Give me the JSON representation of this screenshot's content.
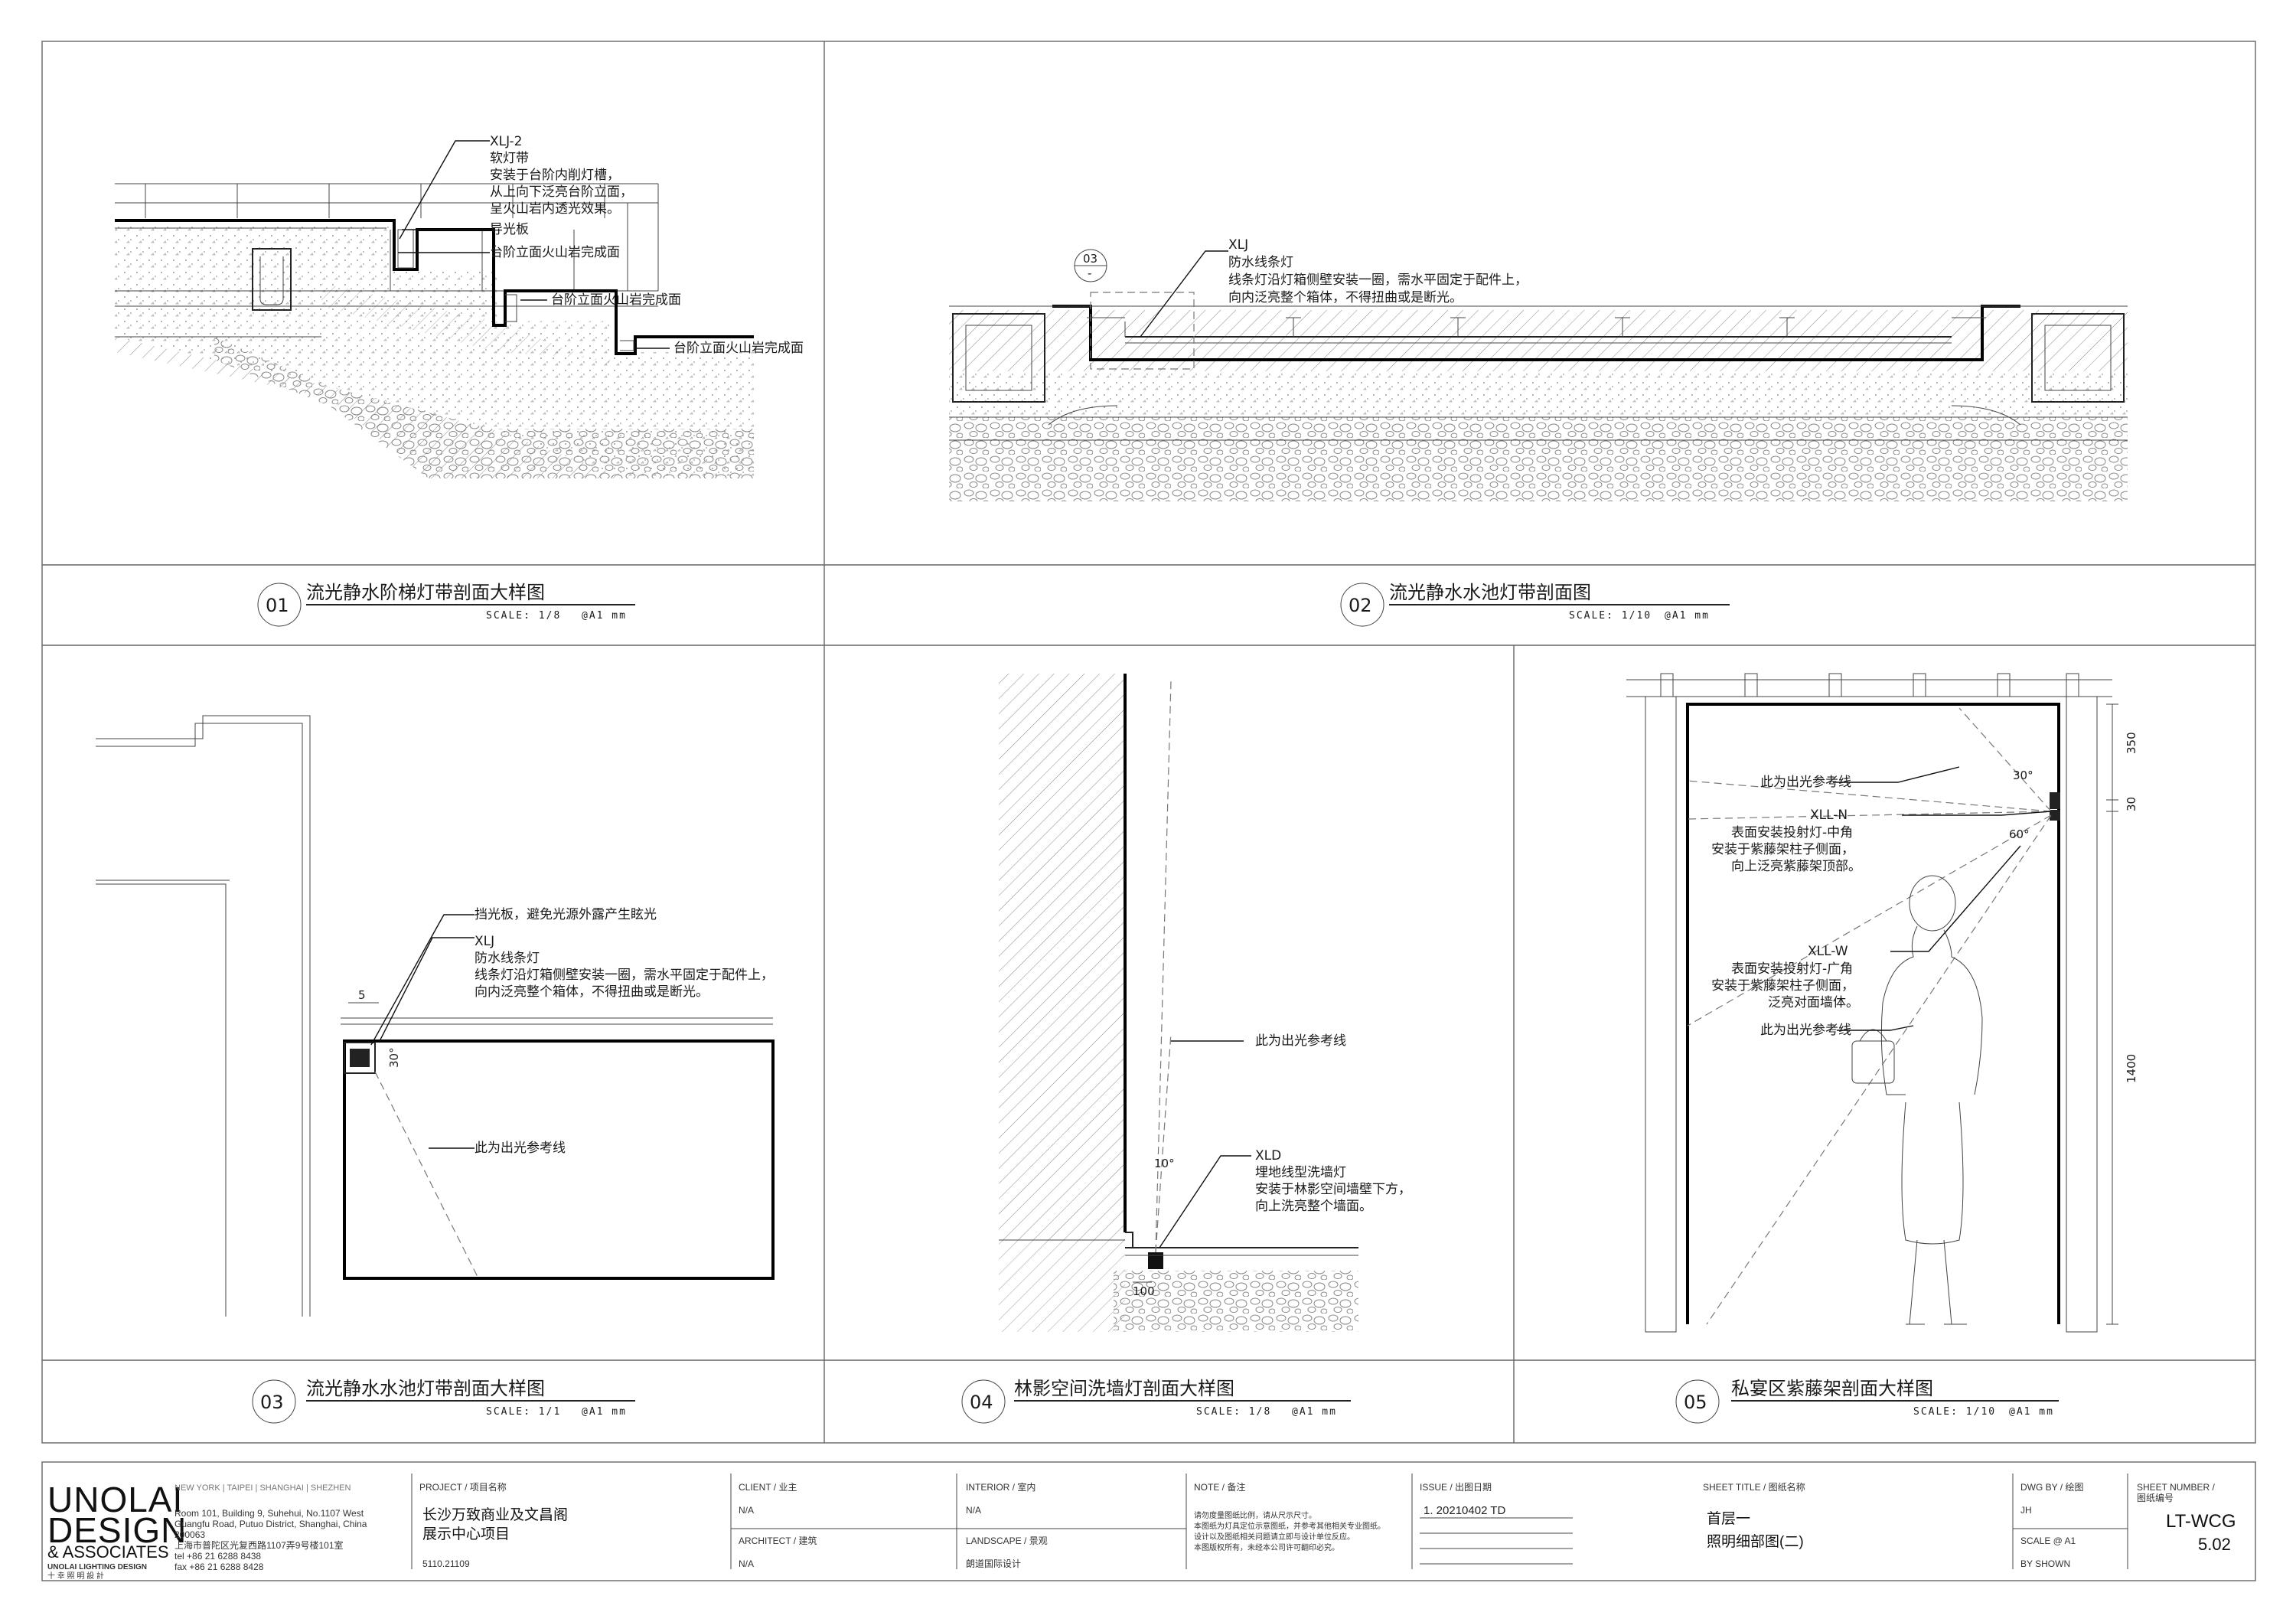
{
  "panels": [
    {
      "num": "01",
      "title": "流光静水阶梯灯带剖面大样图",
      "scale": "SCALE: 1/8",
      "paper": "@A1 mm"
    },
    {
      "num": "02",
      "title": "流光静水水池灯带剖面图",
      "scale": "SCALE: 1/10",
      "paper": "@A1 mm"
    },
    {
      "num": "03",
      "title": "流光静水水池灯带剖面大样图",
      "scale": "SCALE: 1/1",
      "paper": "@A1 mm"
    },
    {
      "num": "04",
      "title": "林影空间洗墙灯剖面大样图",
      "scale": "SCALE: 1/8",
      "paper": "@A1 mm"
    },
    {
      "num": "05",
      "title": "私宴区紫藤架剖面大样图",
      "scale": "SCALE: 1/10",
      "paper": "@A1 mm"
    }
  ],
  "annotations": {
    "p1": {
      "code": "XLJ-2",
      "lines": [
        "软灯带",
        "安装于台阶内削灯槽，",
        "从上向下泛亮台阶立面，",
        "呈火山岩内透光效果。"
      ],
      "guide": "导光板",
      "face1": "台阶立面火山岩完成面",
      "face2": "台阶立面火山岩完成面",
      "face3": "台阶立面火山岩完成面"
    },
    "p2": {
      "code": "XLJ",
      "lines": [
        "防水线条灯",
        "线条灯沿灯箱侧壁安装一圈，需水平固定于配件上，",
        "向内泛亮整个箱体，不得扭曲或是断光。"
      ],
      "ref": "03",
      "refsub": "-"
    },
    "p3": {
      "shield": "挡光板，避免光源外露产生眩光",
      "code": "XLJ",
      "lines": [
        "防水线条灯",
        "线条灯沿灯箱侧壁安装一圈，需水平固定于配件上，",
        "向内泛亮整个箱体，不得扭曲或是断光。"
      ],
      "ref_line": "此为出光参考线",
      "dim": "5",
      "angle": "30°"
    },
    "p4": {
      "ref_line": "此为出光参考线",
      "code": "XLD",
      "lines": [
        "埋地线型洗墙灯",
        "安装于林影空间墙壁下方，",
        "向上洗亮整个墙面。"
      ],
      "dim": "100",
      "angle": "10°"
    },
    "p5": {
      "ref_line1": "此为出光参考线",
      "code1": "XLL-N",
      "lines1": [
        "表面安装投射灯-中角",
        "安装于紫藤架柱子侧面，",
        "向上泛亮紫藤架顶部。"
      ],
      "code2": "XLL-W",
      "lines2": [
        "表面安装投射灯-广角",
        "安装于紫藤架柱子侧面，",
        "泛亮对面墙体。"
      ],
      "ref_line2": "此为出光参考线",
      "dims": [
        "350",
        "30",
        "1400"
      ],
      "angles": [
        "30°",
        "60°"
      ]
    }
  },
  "titleblock": {
    "logo_lines": [
      "UNOLAI",
      "DESIGN",
      "& ASSOCIATES"
    ],
    "logo_sub": "UNOLAI LIGHTING DESIGN",
    "logo_cn": "十 幸 照 明 設 計",
    "cities": "NEW YORK  |  TAIPEI  |  SHANGHAI  |  SHEZHEN",
    "address": [
      "Room 101, Building 9, Suhehui, No.1107 West",
      "Guangfu Road, Putuo District, Shanghai, China",
      "200063",
      "上海市普陀区光复西路1107弄9号楼101室",
      "tel +86 21 6288 8438",
      "fax +86 21 6288 8428"
    ],
    "project_label": "PROJECT / 项目名称",
    "project_lines": [
      "长沙万致商业及文昌阁",
      "展示中心项目"
    ],
    "project_no": "5110.21109",
    "client_label": "CLIENT / 业主",
    "client_value": "N/A",
    "architect_label": "ARCHITECT / 建筑",
    "architect_value": "N/A",
    "interior_label": "INTERIOR / 室内",
    "interior_value": "N/A",
    "landscape_label": "LANDSCAPE / 景观",
    "landscape_value": "朗道国际设计",
    "note_label": "NOTE / 备注",
    "note_lines": [
      "请勿度量图纸比例，请从尺示尺寸。",
      "本图纸为灯具定位示意图纸，并参考其他相关专业图纸。",
      "设计以及图纸相关问题请立即与设计单位反应。",
      "本图版权所有，未经本公司许可翻印必究。"
    ],
    "issue_label": "ISSUE / 出图日期",
    "issue_value": "1. 20210402  TD",
    "sheet_title_label": "SHEET TITLE / 图纸名称",
    "sheet_title_lines": [
      "首层一",
      "照明细部图(二)"
    ],
    "dwg_by_label": "DWG BY / 绘图",
    "dwg_by_value": "JH",
    "scale_label": "SCALE @ A1",
    "scale_value": "BY SHOWN",
    "sheet_number_label": "SHEET NUMBER /",
    "sheet_number_label2": "图纸编号",
    "sheet_number": "LT-WCG",
    "sheet_sub": "5.02"
  }
}
